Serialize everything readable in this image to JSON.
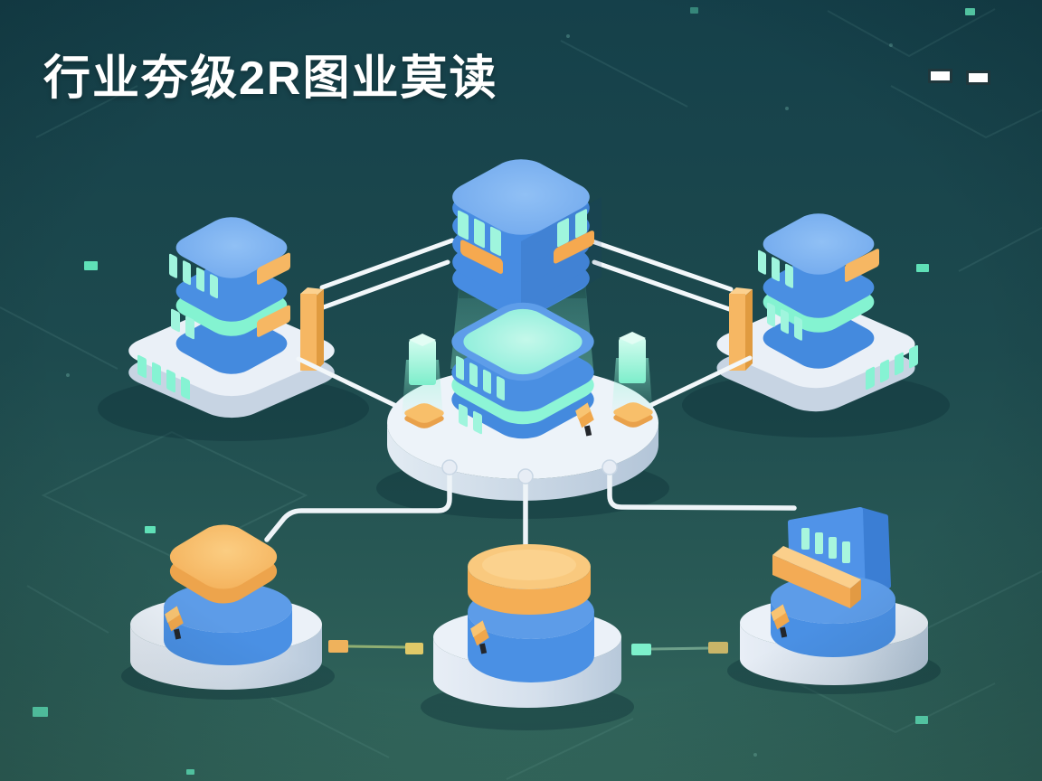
{
  "title": {
    "text": "行业夯级2R图业莫读"
  },
  "header": {
    "window_dashes": [
      "dash",
      "dash"
    ]
  },
  "colors": {
    "background_top": "#15404a",
    "background_bottom": "#33685e",
    "server_blue": "#4a8fe2",
    "server_blue_light": "#7cb1ef",
    "accent_mint": "#8af0d6",
    "accent_orange": "#f6b763",
    "platform_white": "#eaf0f7",
    "connector_white": "#f2f7fa"
  },
  "diagram": {
    "nodes": [
      {
        "id": "hub-router-cube",
        "shape": "isometric-rounded-cube",
        "color": "blue",
        "details": "mint-indicator-windows, orange-bars"
      },
      {
        "id": "left-server-stack",
        "shape": "two-tier-server-on-platform",
        "color": "blue",
        "details": "mint-windows, orange-bars, orange-pillar, mint-platform-lights"
      },
      {
        "id": "right-server-stack",
        "shape": "two-tier-server-on-platform",
        "color": "blue",
        "details": "mint-windows, orange-bar, orange-pillar, mint-platform-lights"
      },
      {
        "id": "central-database-hub",
        "shape": "two-tier-server-on-disc",
        "color": "blue-mint",
        "details": "glowing-mint-top, mint-glow-pillars, orange-pads, orange-flag, three-ports"
      },
      {
        "id": "bottom-left-storage",
        "shape": "rounded-cube-on-cylinders",
        "color": "orange-blue",
        "details": "orange-flag"
      },
      {
        "id": "bottom-center-database",
        "shape": "cylinder-stack",
        "color": "orange-blue",
        "details": "orange-flag"
      },
      {
        "id": "bottom-right-panel",
        "shape": "panel-on-cylinder",
        "color": "blue-orange",
        "details": "mint-windows, orange-bar, orange-flag"
      }
    ],
    "connections": [
      {
        "from": "hub-router-cube",
        "to": "left-server-stack",
        "style": "double-white-line"
      },
      {
        "from": "hub-router-cube",
        "to": "right-server-stack",
        "style": "double-white-line"
      },
      {
        "from": "hub-router-cube",
        "to": "central-database-hub",
        "style": "light-beam"
      },
      {
        "from": "left-server-stack",
        "to": "central-database-hub",
        "style": "white-line"
      },
      {
        "from": "right-server-stack",
        "to": "central-database-hub",
        "style": "white-line"
      },
      {
        "from": "central-database-hub",
        "to": "bottom-left-storage",
        "style": "white-elbow-line"
      },
      {
        "from": "central-database-hub",
        "to": "bottom-center-database",
        "style": "white-line"
      },
      {
        "from": "central-database-hub",
        "to": "bottom-right-panel",
        "style": "white-elbow-line"
      },
      {
        "from": "bottom-left-storage",
        "to": "bottom-center-database",
        "style": "small-link-connector"
      },
      {
        "from": "bottom-center-database",
        "to": "bottom-right-panel",
        "style": "small-link-connector"
      }
    ]
  }
}
